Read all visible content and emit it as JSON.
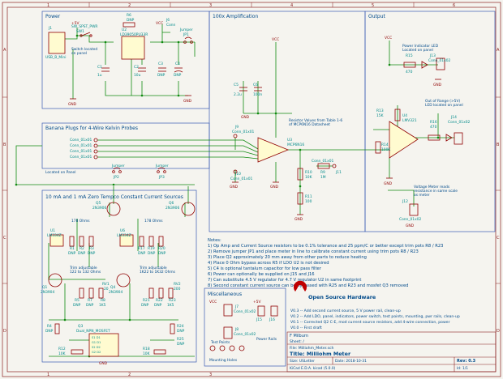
{
  "colors": {
    "background": "#f5f4ef",
    "frame": "#8a2020",
    "wire": "#108a10",
    "component": "#900000",
    "text": "#004a8a",
    "ref": "#008a8a",
    "sheet_box": "#3a5ab5"
  },
  "frame": {
    "cols": [
      "1",
      "2",
      "3",
      "4",
      "5",
      "6"
    ],
    "rows": [
      "A",
      "B",
      "C",
      "D"
    ]
  },
  "blocks": {
    "power": "Power",
    "amp": "100x Amplification",
    "output": "Output",
    "banana": "Banana Plugs for 4-Wire Kelvin Probes",
    "current": "10 mA and 1 mA Zero Tempco Constant Current Sources",
    "misc": "Miscellaneous"
  },
  "labels": {
    "j1": "J1",
    "j1_val": "USB_B_Mini",
    "sw1": "SW1",
    "sw1_val": "SW_SPST_PWR",
    "switch_note": "Switch located\non panel",
    "u2": "U2",
    "u2_val": "LD39050PU33R",
    "r6": "R6",
    "r6_val": "DNP",
    "j6": "J6",
    "j6_val": "Conn",
    "jp1": "JP1",
    "jp1_val": "Jumper",
    "vcc": "VCC",
    "p5v": "+5V",
    "gnd": "GND",
    "c1": "C1",
    "c1_val": "1u",
    "c2": "C2",
    "c2_val": "10u",
    "c3": "C3",
    "c3_val": "DNP",
    "c4": "C4",
    "c4_val": "DNP",
    "c5": "C5",
    "c5_val": "2.2u",
    "c6": "C6",
    "c6_val": "100n",
    "resistor_note": "Resistor Values from Table 1-6\nof MCP6N16 Datasheet",
    "u3": "U3",
    "u3_val": "MCP6N16",
    "j9": "J9",
    "j9_val": "Conn_01x01",
    "j10": "J10",
    "j10_val": "Conn_01x01",
    "j11": "J11",
    "j11_val": "Conn_01x01",
    "r10": "R10",
    "r10_val": "10K",
    "r11": "R11",
    "r11_val": "100",
    "r9": "R9",
    "r9_val": "1M",
    "banana_conns": [
      "Conn_01x01",
      "Conn_01x01",
      "Conn_01x01",
      "Conn_01x01"
    ],
    "located_panel": "Located on Panel",
    "led_note": "Power Indicator LED\nLocated on panel",
    "r15": "R15",
    "r15_val": "470",
    "j13": "J13",
    "j13_val": "Conn_01x02",
    "range_note": "Out of Range (>5V)\nLED located on panel",
    "r16": "R16",
    "r16_val": "470",
    "j14": "J14",
    "j14_val": "Conn_01x02",
    "u4": "U4",
    "u4_val": "LMV321",
    "r13": "R13",
    "r13_val": "15K",
    "r14": "R14",
    "r14_val": "100K",
    "voltmeter_note": "Voltage Meter reads\nresistance in same scale\nas meter",
    "j12": "J12",
    "j12_val": "Conn_01x02",
    "jp2": "JP2",
    "jp2_val": "Jumper",
    "jp3": "JP3",
    "jp3_val": "Jumper",
    "q5": "Q5",
    "q5_val": "2N3906",
    "q6": "Q6",
    "q6_val": "2N3906",
    "ohm178": "178 Ohms",
    "u1": "U1",
    "u1_val": "LM334Z",
    "u6": "U6",
    "u6_val": "LM334Z",
    "r1": "R1",
    "r1_val": "DNP",
    "r2": "R2",
    "r2_val": "DNP",
    "r3": "R3",
    "r3_val": "DNP",
    "r17": "R17",
    "r17_val": "DNP",
    "r19": "R19",
    "r19_val": "DNP",
    "r20": "R20",
    "r20_val": "DNP",
    "trim1": "Trim adjustable\n122 to 132 Ohms",
    "trim2": "Trim adjustable\n1K22 to 1K32 Ohms",
    "q1": "Q1",
    "q1_val": "2N3904",
    "q4": "Q4",
    "q4_val": "2N3904",
    "r5": "R5",
    "r5_val": "DNP",
    "r7": "R7",
    "r7_val": "DNP",
    "r8": "R8",
    "r8_val": "1K5",
    "r21": "R21",
    "r21_val": "DNP",
    "r22": "R22",
    "r22_val": "DNP",
    "r23": "R23",
    "r23_val": "1K5",
    "rv1": "RV1",
    "rv1_val": "20",
    "rv2": "RV2",
    "rv2_val": "200",
    "q3": "Q3",
    "q3_val": "Dual_NPN_MOSFET",
    "q3_pins": [
      "S1 D1",
      "G1 D1",
      "S2 D2",
      "G2 D2"
    ],
    "r4": "R4",
    "r4_val": "DNP",
    "r12": "R12",
    "r12_val": "10K",
    "r18": "R18",
    "r18_val": "10K",
    "r24": "R24",
    "r24_val": "DNP",
    "r25": "R25",
    "r25_val": "DNP",
    "j7": "J7",
    "j7_val": "Conn_01x02",
    "j8": "J8",
    "j8_val": "Conn_01x02",
    "j15": "J15",
    "j16": "J16",
    "power_rails": "Power Rails",
    "test_points": "Test Points",
    "mounting_holes": "Mounting Holes"
  },
  "notes": {
    "title": "Notes:",
    "lines": [
      "1) Op Amp and Current Source resistors to be 0.1% tolerance and 25 ppm/C or better except trim pots R8 / R23",
      "2) Remove jumper JP1 and place meter in line to calibrate constant current using trim pots R8 / R23",
      "3) Place Q2 approximately 20 mm away from other parts to reduce heating",
      "4) Place 0 Ohm bypass across R5 if LDO U2 is not desired",
      "5) C4 is optional tantalum capacitor for low pass filter",
      "6) Power can optionally be supplied on J15 and J16",
      "7) Can substitute 4.5 V regulator for 4.7 V regulator U2 in same footprint",
      "8) Second constant current source can be bypassed with R25 and R23 and mosfet Q3 removed"
    ]
  },
  "revisions": [
    "V0.3 -- Add second current source, 5 V power rail, clean-up",
    "V0.2 -- Add LDO, panel, indicators, power switch, test points, mounting, pwr rails, clean-up",
    "V0.1 -- Corrected Q2 C-E, mod current source resistors, add 4-wire connection, power",
    "V0.0 -- First draft"
  ],
  "oshw": "Open Source Hardware",
  "title_block": {
    "author": "F Milburn",
    "sheet": "Sheet: /",
    "file": "File: Milliohm_Meter.sch",
    "title": "Title: Milliohm Meter",
    "size": "Size: USLetter",
    "date": "Date: 2018-10-31",
    "rev": "Rev: 0.3",
    "kicad": "KiCad E.D.A.  kicad (5.0.0)",
    "id": "Id: 1/1"
  }
}
